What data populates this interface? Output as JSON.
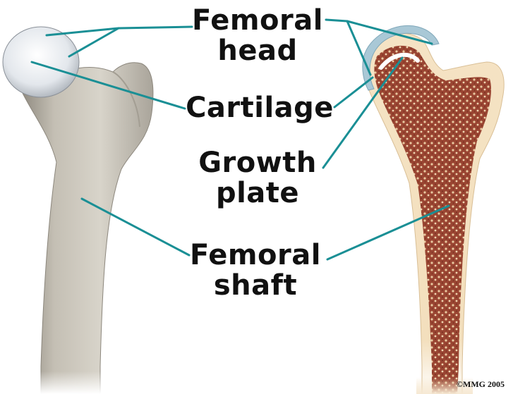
{
  "labels": {
    "femoral_head": [
      "Femoral",
      "head"
    ],
    "cartilage": "Cartilage",
    "growth_plate": [
      "Growth",
      "plate"
    ],
    "femoral_shaft": [
      "Femoral",
      "shaft"
    ]
  },
  "copyright": "©MMG 2005",
  "colors": {
    "leader_line": "#1a8f95",
    "bone_surface": "#cdc8bc",
    "cartilage": "#e9ecef",
    "marrow": "#8a3a2a",
    "cortex": "#f2ddb9"
  }
}
